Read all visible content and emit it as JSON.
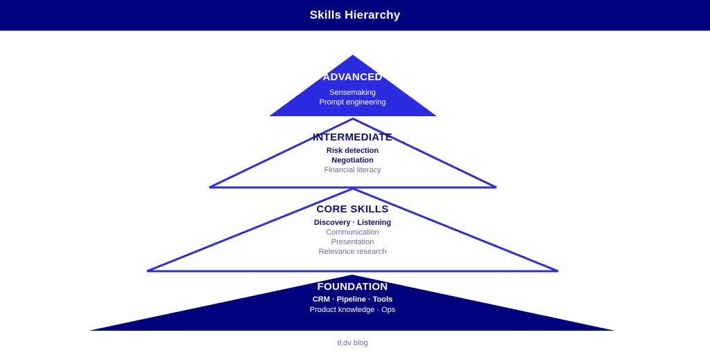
{
  "colors": {
    "navy": "#01017e",
    "blue": "#2b2be1",
    "heading": "#0d0d74",
    "slate": "#6b6ba9",
    "white": "#ffffff"
  },
  "header": {
    "title": "Skills Hierarchy"
  },
  "pyramid": {
    "levels": [
      {
        "name": "ADVANCED",
        "style": "filled-blue",
        "items": [
          {
            "text": "Sensemaking",
            "emphasis": "normal"
          },
          {
            "text": "Prompt engineering",
            "emphasis": "normal"
          }
        ]
      },
      {
        "name": "INTERMEDIATE",
        "style": "outlined",
        "items": [
          {
            "text": "Risk detection",
            "emphasis": "bold"
          },
          {
            "text": "Negotiation",
            "emphasis": "bold"
          },
          {
            "text": "Financial literacy",
            "emphasis": "muted"
          }
        ]
      },
      {
        "name": "CORE SKILLS",
        "style": "outlined",
        "items": [
          {
            "text": "Discovery · Listening",
            "emphasis": "bold"
          },
          {
            "text": "Communication",
            "emphasis": "muted"
          },
          {
            "text": "Presentation",
            "emphasis": "muted"
          },
          {
            "text": "Relevance research",
            "emphasis": "muted"
          }
        ]
      },
      {
        "name": "FOUNDATION",
        "style": "filled-navy",
        "items": [
          {
            "text": "CRM · Pipeline · Tools",
            "emphasis": "bold"
          },
          {
            "text": "Product knowledge · Ops",
            "emphasis": "normal"
          }
        ]
      }
    ]
  },
  "footer": {
    "caption": "tl;dv blog"
  }
}
